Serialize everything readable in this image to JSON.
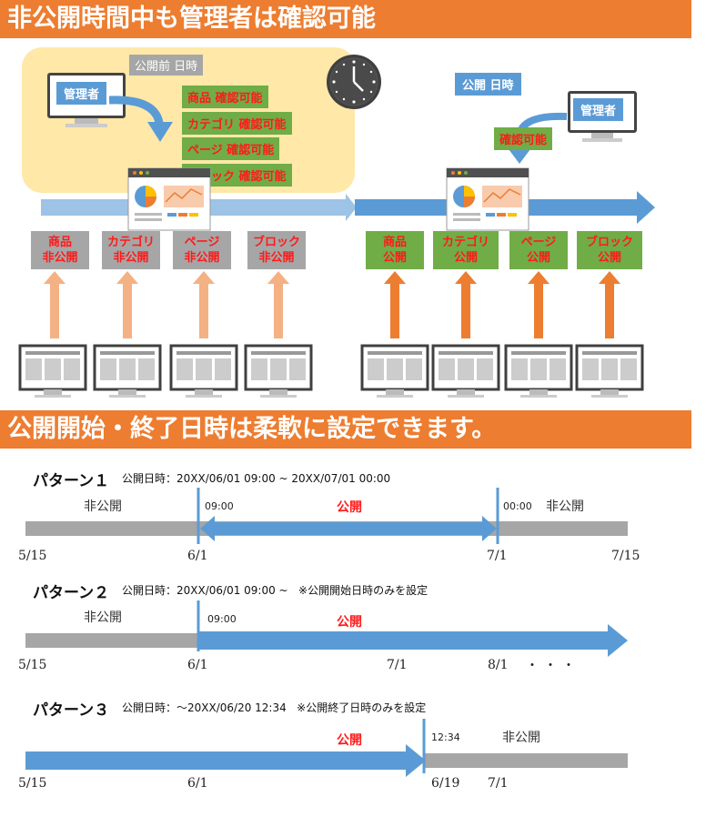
{
  "section1": {
    "title": "非公開時間中も管理者は確認可能",
    "before_label": "公開前 日時",
    "publish_label": "公開 日時",
    "admin_label": "管理者",
    "confirm_items": [
      "商品 確認可能",
      "カテゴリ 確認可能",
      "ページ 確認可能",
      "ブロック 確認可能"
    ],
    "confirm_single": "確認可能",
    "private_states": [
      {
        "line1": "商品",
        "line2": "非公開"
      },
      {
        "line1": "カテゴリ",
        "line2": "非公開"
      },
      {
        "line1": "ページ",
        "line2": "非公開"
      },
      {
        "line1": "ブロック",
        "line2": "非公開"
      }
    ],
    "public_states": [
      {
        "line1": "商品",
        "line2": "公開"
      },
      {
        "line1": "カテゴリ",
        "line2": "公開"
      },
      {
        "line1": "ページ",
        "line2": "公開"
      },
      {
        "line1": "ブロック",
        "line2": "公開"
      }
    ]
  },
  "section2": {
    "title": "公開開始・終了日時は柔軟に設定できます。",
    "patterns": [
      {
        "title": "パターン１",
        "info": "公開日時：20XX/06/01 09:00 ~ 20XX/07/01 00:00",
        "private_label": "非公開",
        "public_label": "公開",
        "private_label2": "非公開",
        "start_time": "09:00",
        "end_time": "00:00",
        "dates": [
          "5/15",
          "6/1",
          "7/1",
          "7/15"
        ]
      },
      {
        "title": "パターン２",
        "info": "公開日時：20XX/06/01 09:00 ~   ※公開開始日時のみを設定",
        "private_label": "非公開",
        "public_label": "公開",
        "start_time": "09:00",
        "dates": [
          "5/15",
          "6/1",
          "7/1",
          "8/1"
        ],
        "ellipsis": "・・・"
      },
      {
        "title": "パターン３",
        "info": "公開日時：～20XX/06/20 12:34   ※公開終了日時のみを設定",
        "public_label": "公開",
        "private_label": "非公開",
        "end_time": "12:34",
        "dates": [
          "5/15",
          "6/1",
          "6/19",
          "7/1"
        ]
      }
    ]
  },
  "colors": {
    "orange": "#ed7d31",
    "blue": "#5b9bd5",
    "light_blue": "#9dc3e6",
    "green": "#70ad47",
    "gray": "#a6a6a6",
    "red": "#ff1a1a",
    "light_orange": "#f4b183",
    "yellow": "#ffe8a8"
  }
}
